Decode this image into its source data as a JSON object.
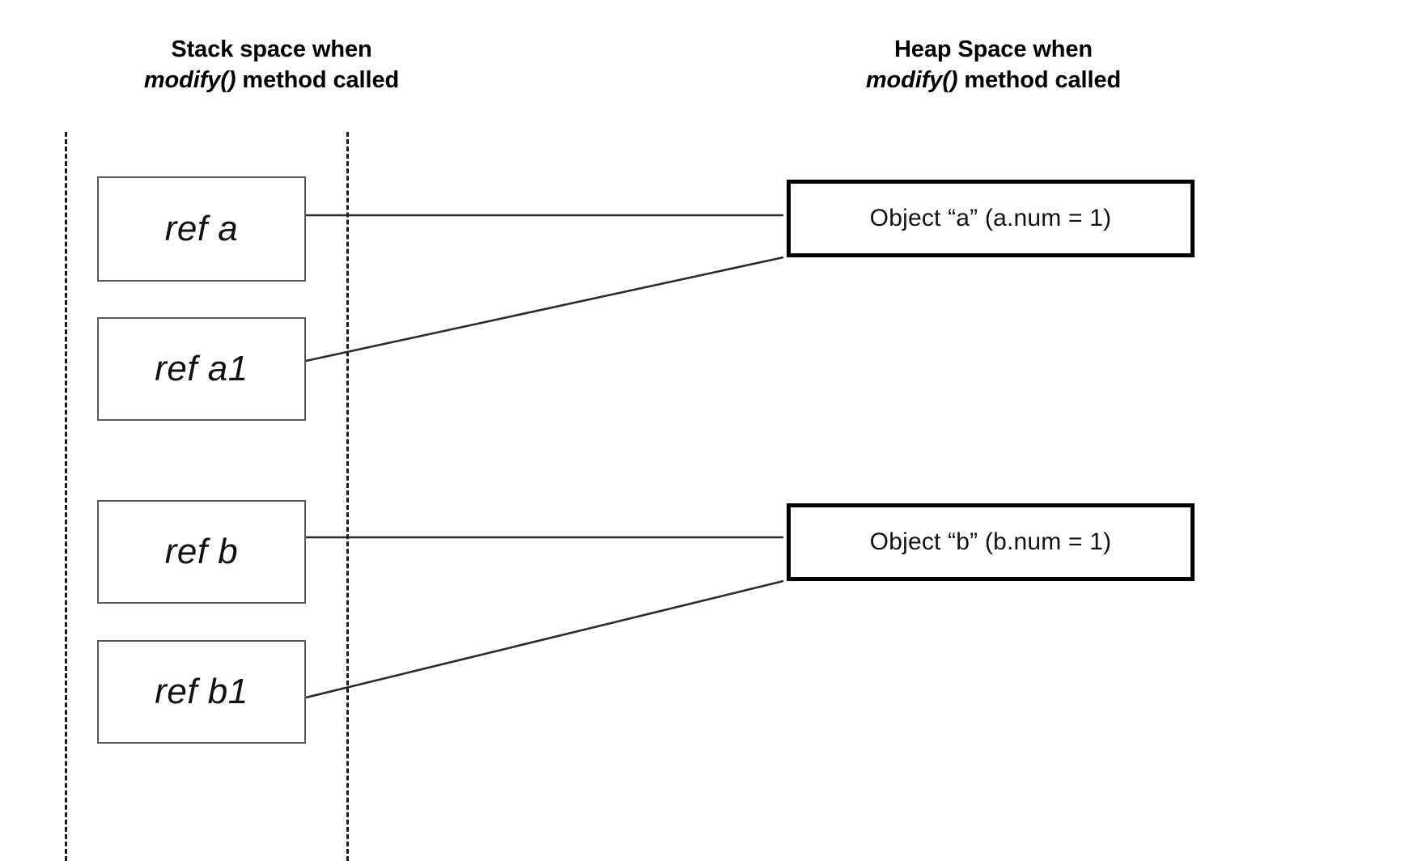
{
  "headings": {
    "stack": {
      "line1": "Stack space when",
      "line2_em": "modify()",
      "line2_rest": " method called"
    },
    "heap": {
      "line1": "Heap Space when",
      "line2_em": "modify()",
      "line2_rest": " method called"
    }
  },
  "stack": {
    "boxes": [
      {
        "label": "ref a"
      },
      {
        "label": "ref a1"
      },
      {
        "label": "ref b"
      },
      {
        "label": "ref b1"
      }
    ]
  },
  "heap": {
    "boxes": [
      {
        "label": "Object “a” (a.num = 1)"
      },
      {
        "label": "Object “b” (b.num = 1)"
      }
    ]
  },
  "colors": {
    "background": "#ffffff",
    "text": "#000000",
    "stack_box_border": "#595959",
    "heap_box_border": "#000000",
    "divider_line": "#1a1a1a",
    "arrow": "#2b2b2b"
  },
  "diagram_data": {
    "type": "diagram",
    "description": "Java stack vs heap reference diagram during modify() call",
    "references": [
      {
        "name": "ref a",
        "points_to": "Object “a” (a.num = 1)",
        "arrow": "horizontal"
      },
      {
        "name": "ref a1",
        "points_to": "Object “a” (a.num = 1)",
        "arrow": "diagonal-up"
      },
      {
        "name": "ref b",
        "points_to": "Object “b” (b.num = 1)",
        "arrow": "horizontal"
      },
      {
        "name": "ref b1",
        "points_to": "Object “b” (b.num = 1)",
        "arrow": "diagonal-up"
      }
    ],
    "objects": [
      {
        "name": "a",
        "field": "num",
        "value": 1
      },
      {
        "name": "b",
        "field": "num",
        "value": 1
      }
    ]
  }
}
